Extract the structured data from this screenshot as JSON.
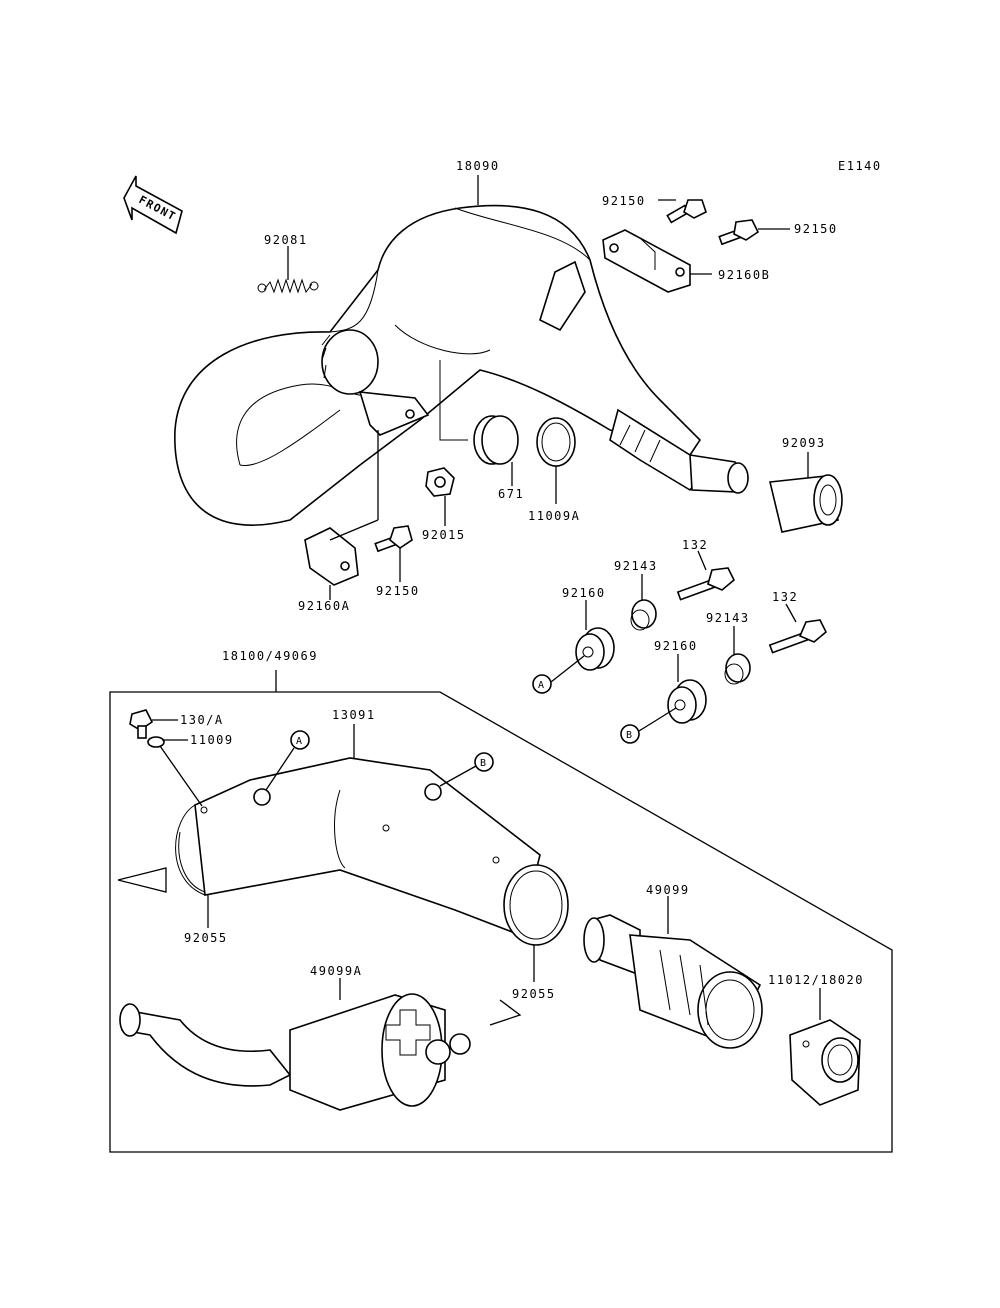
{
  "diagram_id": "E1140",
  "front_label": "FRONT",
  "labels": {
    "p18090": "18090",
    "p92081": "92081",
    "p92150_a": "92150",
    "p92150_b": "92150",
    "p92160b": "92160B",
    "p92093": "92093",
    "p671": "671",
    "p11009a": "11009A",
    "p92015": "92015",
    "p92150_c": "92150",
    "p92160a": "92160A",
    "p132_a": "132",
    "p92143_a": "92143",
    "p92160_a": "92160",
    "p132_b": "132",
    "p92143_b": "92143",
    "p92160_b": "92160",
    "p18100": "18100/49069",
    "p130a": "130/A",
    "p11009": "11009",
    "p13091": "13091",
    "p92055_a": "92055",
    "p92055_b": "92055",
    "p49099": "49099",
    "p49099a": "49099A",
    "p11012": "11012/18020"
  },
  "refs": {
    "a1": "A",
    "a2": "A",
    "b1": "B",
    "b2": "B"
  }
}
